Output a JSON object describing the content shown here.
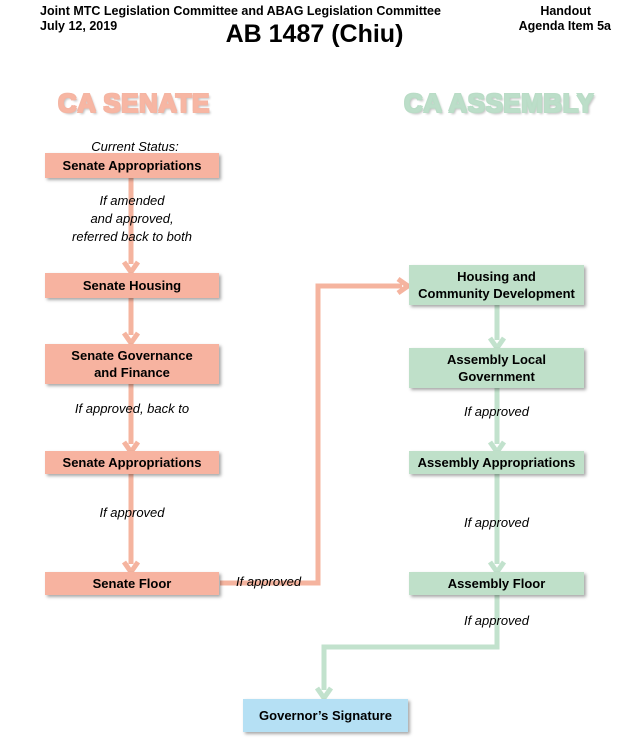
{
  "header": {
    "left_line1": "Joint MTC Legislation Committee and ABAG Legislation Committee",
    "left_line2": "July 12, 2019",
    "right_line1": "Handout",
    "right_line2": "Agenda Item 5a",
    "title": "AB 1487 (Chiu)"
  },
  "columns": {
    "senate_title": "CA SENATE",
    "assembly_title": "CA ASSEMBLY"
  },
  "senate": {
    "current_status": "Current Status:",
    "appropriations_1": "Senate Appropriations",
    "note_amended_1": "If amended",
    "note_amended_2": "and approved,",
    "note_amended_3": "referred back to both",
    "housing": "Senate Housing",
    "governance_1": "Senate Governance",
    "governance_2": "and Finance",
    "note_back": "If approved, back to",
    "appropriations_2": "Senate Appropriations",
    "note_approved": "If approved",
    "floor": "Senate Floor",
    "note_floor": "If approved"
  },
  "assembly": {
    "housing_1": "Housing and",
    "housing_2": "Community Development",
    "local_1": "Assembly Local",
    "local_2": "Government",
    "note_1": "If approved",
    "appropriations": "Assembly Appropriations",
    "note_2": "If approved",
    "floor": "Assembly Floor",
    "note_3": "If approved"
  },
  "governor": {
    "label": "Governor’s Signature"
  },
  "colors": {
    "senate": "#f7b3a0",
    "assembly": "#bfe0c9",
    "governor": "#b5e0f4",
    "senate_line": "#f5b49f",
    "assembly_line": "#c2e2cd"
  }
}
